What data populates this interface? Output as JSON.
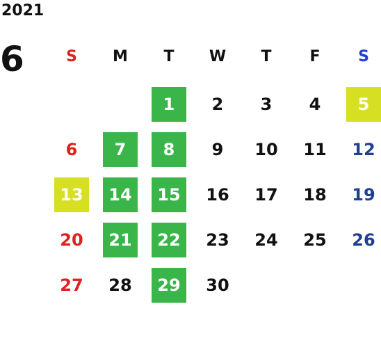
{
  "year": "2021",
  "month": "6",
  "weekdays": [
    {
      "label": "S",
      "color": "#e02020"
    },
    {
      "label": "M",
      "color": "#111111"
    },
    {
      "label": "T",
      "color": "#111111"
    },
    {
      "label": "W",
      "color": "#111111"
    },
    {
      "label": "T",
      "color": "#111111"
    },
    {
      "label": "F",
      "color": "#111111"
    },
    {
      "label": "S",
      "color": "#1f3fd8"
    }
  ],
  "weeks": [
    [
      {
        "day": ""
      },
      {
        "day": ""
      },
      {
        "day": "1",
        "highlight": "green"
      },
      {
        "day": "2"
      },
      {
        "day": "3"
      },
      {
        "day": "4"
      },
      {
        "day": "5",
        "highlight": "yellow"
      }
    ],
    [
      {
        "day": "6",
        "kind": "sun"
      },
      {
        "day": "7",
        "highlight": "green"
      },
      {
        "day": "8",
        "highlight": "green"
      },
      {
        "day": "9"
      },
      {
        "day": "10"
      },
      {
        "day": "11"
      },
      {
        "day": "12",
        "kind": "sat"
      }
    ],
    [
      {
        "day": "13",
        "highlight": "yellow"
      },
      {
        "day": "14",
        "highlight": "green"
      },
      {
        "day": "15",
        "highlight": "green"
      },
      {
        "day": "16"
      },
      {
        "day": "17"
      },
      {
        "day": "18"
      },
      {
        "day": "19",
        "kind": "sat"
      }
    ],
    [
      {
        "day": "20",
        "kind": "sun"
      },
      {
        "day": "21",
        "highlight": "green"
      },
      {
        "day": "22",
        "highlight": "green"
      },
      {
        "day": "23"
      },
      {
        "day": "24"
      },
      {
        "day": "25"
      },
      {
        "day": "26",
        "kind": "sat"
      }
    ],
    [
      {
        "day": "27",
        "kind": "sun"
      },
      {
        "day": "28"
      },
      {
        "day": "29",
        "highlight": "green"
      },
      {
        "day": "30"
      },
      {
        "day": ""
      },
      {
        "day": ""
      },
      {
        "day": ""
      }
    ]
  ],
  "colors": {
    "green": "#3ab54a",
    "yellow": "#d7df23",
    "sunday": "#e02020",
    "saturday": "#1f3f8f"
  }
}
